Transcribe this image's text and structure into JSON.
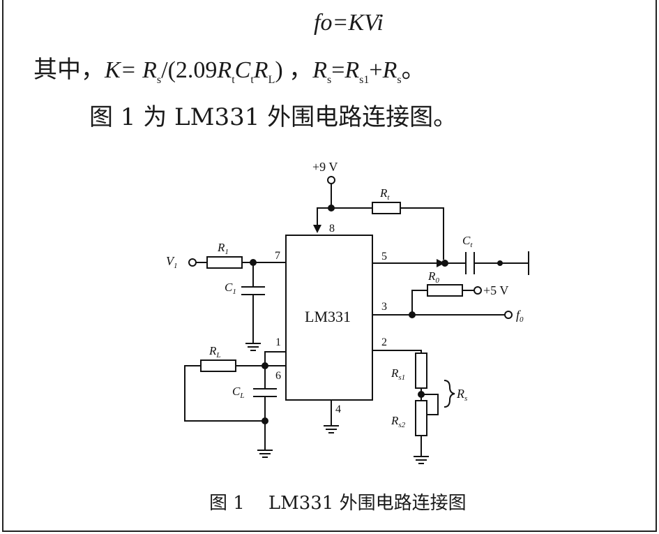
{
  "text": {
    "formula": "fo=KVi",
    "line2": {
      "prefix": "其中，",
      "k_eq": "K= ",
      "rs": "R",
      "rs_sub": "s",
      "open": "/(2.09",
      "rt": "R",
      "rt_sub": "t",
      "ct": "C",
      "ct_sub": "t",
      "rl": "R",
      "rl_sub": "L",
      "close": ") ，",
      "rs2": "R",
      "rs2_sub": "s",
      "eq": "=",
      "rs3": "R",
      "rs3_sub": "s1",
      "plus": "+",
      "rs4": "R",
      "rs4_sub": "s",
      "end": "。"
    },
    "line3": "图 1 为 LM331 外围电路连接图。",
    "caption_num": "图 1",
    "caption_text": "LM331 外围电路连接图"
  },
  "circuit": {
    "supply_9v": "+9 V",
    "supply_5v": "+5 V",
    "chip": "LM331",
    "v_in": "V",
    "v_in_sub": "1",
    "f_out": "f",
    "f_out_sub": "0",
    "labels": {
      "R1": "R",
      "R1_sub": "1",
      "C1": "C",
      "C1_sub": "1",
      "Rt": "R",
      "Rt_sub": "t",
      "Ct": "C",
      "Ct_sub": "t",
      "R0": "R",
      "R0_sub": "0",
      "RL": "R",
      "RL_sub": "L",
      "CL": "C",
      "CL_sub": "L",
      "Rs1": "R",
      "Rs1_sub": "s1",
      "Rs2": "R",
      "Rs2_sub": "s2",
      "Rs": "R",
      "Rs_sub": "s"
    },
    "pins": [
      "8",
      "7",
      "5",
      "3",
      "1",
      "6",
      "2",
      "4"
    ]
  }
}
